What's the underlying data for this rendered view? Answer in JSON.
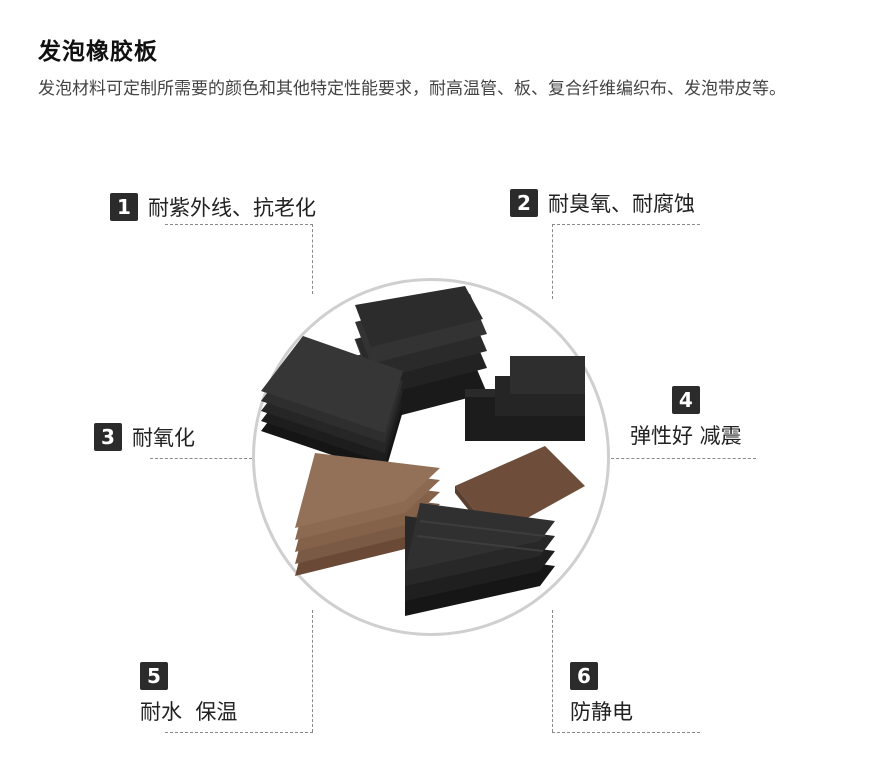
{
  "header": {
    "title": "发泡橡胶板",
    "description": "发泡材料可定制所需要的颜色和其他特定性能要求，耐高温管、板、复合纤维编织布、发泡带皮等。"
  },
  "features": [
    {
      "num": "1",
      "label": "耐紫外线、抗老化"
    },
    {
      "num": "2",
      "label": "耐臭氧、耐腐蚀"
    },
    {
      "num": "3",
      "label": "耐氧化"
    },
    {
      "num": "4",
      "label": "弹性好 减震"
    },
    {
      "num": "5",
      "label": "耐水  保温"
    },
    {
      "num": "6",
      "label": "防静电"
    }
  ],
  "colors": {
    "black_foam": "#1c1c1c",
    "brown_foam": "#7a5a44",
    "circle_border": "#cfcfcf",
    "dash_line": "#8a8a8a"
  }
}
